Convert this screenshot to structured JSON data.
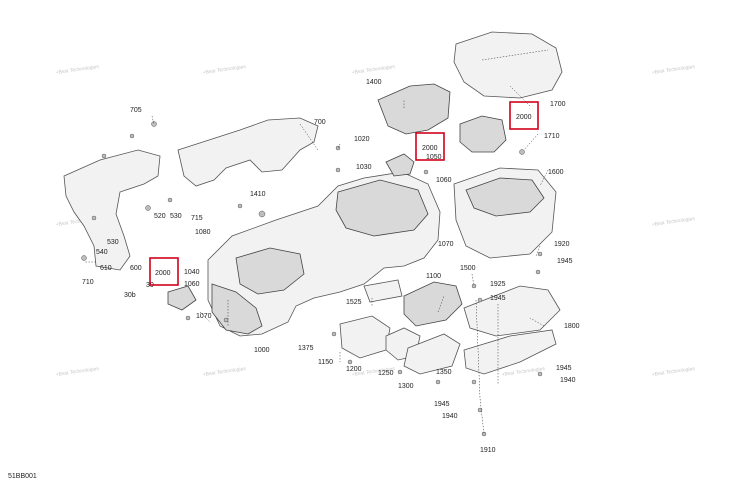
{
  "diagram_code": "51BB001",
  "watermark": "+Best Technologies",
  "highlight_color": "#d0021b",
  "highlight_label": "2000",
  "labels": {
    "l705": "705",
    "l700": "700",
    "l1020": "1020",
    "l1030": "1030",
    "l1050": "1050",
    "l1060a": "1060",
    "l1410": "1410",
    "l1070a": "1070",
    "l715": "715",
    "l1080": "1080",
    "l520": "520",
    "l530a": "530",
    "l530b": "530",
    "l540": "540",
    "l600": "600",
    "l610": "610",
    "l710": "710",
    "l1040": "1040",
    "l1060b": "1060",
    "l30b": "30b",
    "l1070b": "1070",
    "l1000": "1000",
    "l1525": "1525",
    "l1100": "1100",
    "l1500": "1500",
    "l1375": "1375",
    "l1150": "1150",
    "l1200": "1200",
    "l1250": "1250",
    "l1300": "1300",
    "l1350": "1350",
    "l1400": "1400",
    "l1700": "1700",
    "l1710": "1710",
    "l1600": "1600",
    "l1920": "1920",
    "l1945a": "1945",
    "l1925": "1925",
    "l1945b": "1945",
    "l1800": "1800",
    "l1945c": "1945",
    "l1940a": "1940",
    "l1945d": "1945",
    "l1940b": "1940",
    "l1910": "1910",
    "l30": "30"
  }
}
